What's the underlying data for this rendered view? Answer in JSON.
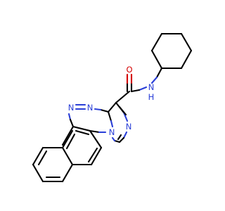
{
  "structure": {
    "atom_labels": {
      "amide_oxygen": "O",
      "amide_nh": "N",
      "amide_nh_h": "H",
      "triazine_n_top": "N",
      "triazine_n_top_right": "N",
      "triazine_n_left": "N",
      "imidazole_n_bridge": "N",
      "imidazole_n": "N"
    },
    "colors": {
      "carbon_bond": "#000000",
      "nitrogen": "#2a3fd8",
      "oxygen": "#d40000",
      "background": "#ffffff"
    }
  }
}
